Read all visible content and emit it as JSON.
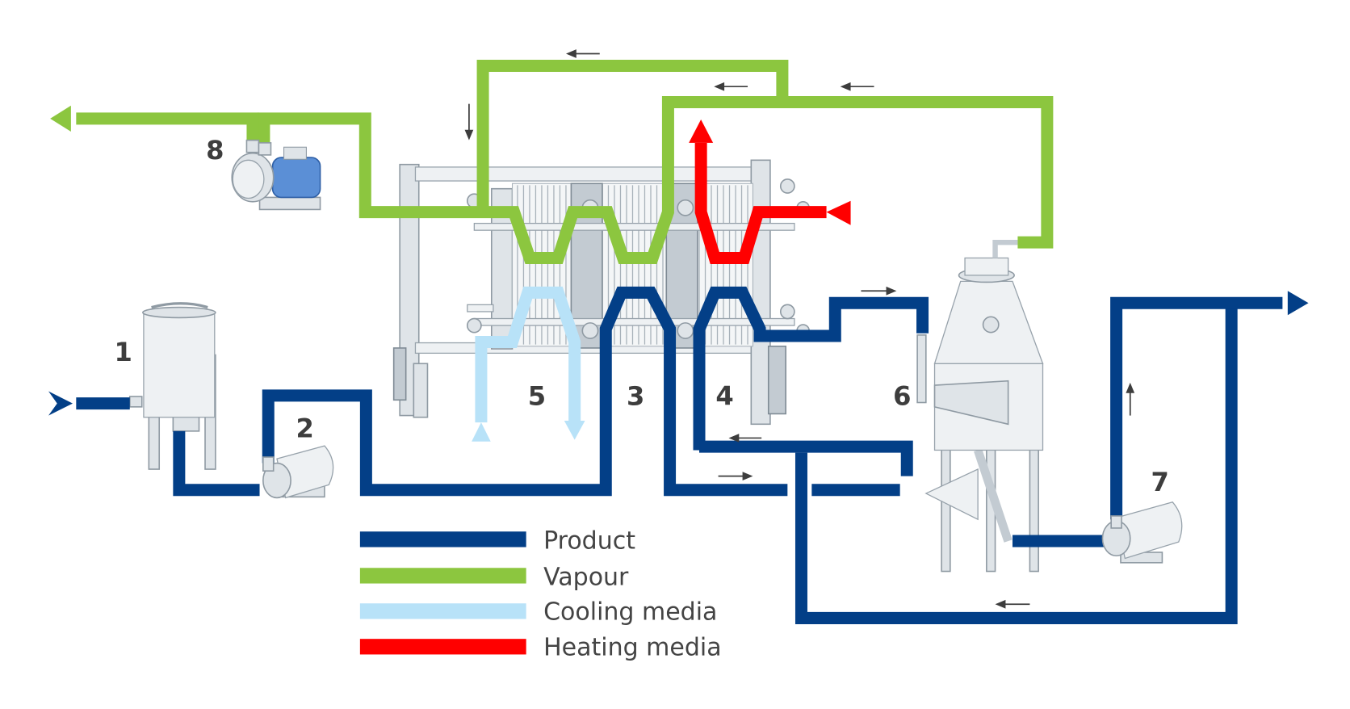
{
  "diagram": {
    "type": "process flow diagram",
    "components": [
      {
        "number": "1",
        "kind": "feed tank"
      },
      {
        "number": "2",
        "kind": "feed pump"
      },
      {
        "number": "3",
        "kind": "plate evaporator section"
      },
      {
        "number": "4",
        "kind": "plate heater section"
      },
      {
        "number": "5",
        "kind": "plate condenser section"
      },
      {
        "number": "6",
        "kind": "separator"
      },
      {
        "number": "7",
        "kind": "circulation pump"
      },
      {
        "number": "8",
        "kind": "vacuum pump"
      }
    ],
    "labels": {
      "n1": "1",
      "n2": "2",
      "n3": "3",
      "n4": "4",
      "n5": "5",
      "n6": "6",
      "n7": "7",
      "n8": "8"
    },
    "colors": {
      "product": "#033f87",
      "vapour": "#8cc63f",
      "cooling": "#b8e2f8",
      "heating": "#ff0000",
      "text": "#3d3d3d"
    }
  },
  "legend": {
    "items": [
      {
        "label": "Product",
        "color": "#033f87"
      },
      {
        "label": "Vapour",
        "color": "#8cc63f"
      },
      {
        "label": "Cooling media",
        "color": "#b8e2f8"
      },
      {
        "label": "Heating media",
        "color": "#ff0000"
      }
    ]
  }
}
